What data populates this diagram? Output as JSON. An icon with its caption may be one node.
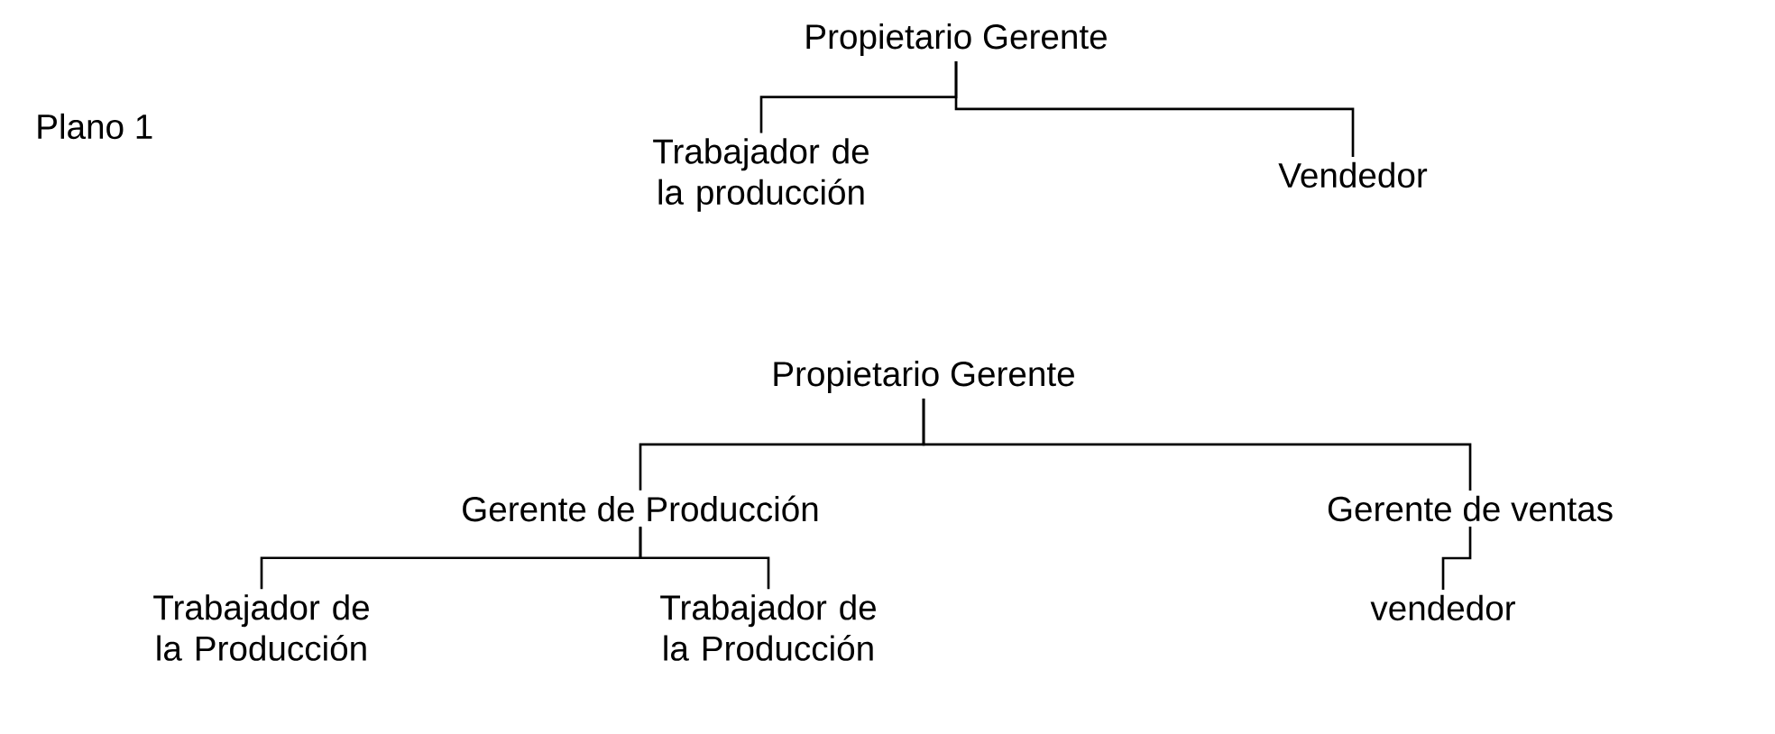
{
  "diagram": {
    "nodes": [
      {
        "text": [
          "Propietario Gerente"
        ]
      },
      {
        "text": [
          "Trabajador de la producción"
        ]
      },
      {
        "text": [
          "Vendedor"
        ]
      },
      {
        "text": [
          "Propietario Gerente"
        ]
      },
      {
        "text": [
          "Gerente de Producción"
        ]
      },
      {
        "text": [
          "Gerente de ventas"
        ]
      },
      {
        "text": [
          "Trabajador de la Producción"
        ]
      },
      {
        "text": [
          "Trabajador de la Producción"
        ]
      },
      {
        "text": [
          "vendedor"
        ]
      }
    ],
    "edges": [
      {
        "from": 0,
        "to": 1,
        "arrow": "none"
      },
      {
        "from": 0,
        "to": 2,
        "arrow": "none"
      },
      {
        "from": 3,
        "to": 4,
        "arrow": "none"
      },
      {
        "from": 3,
        "to": 5,
        "arrow": "none"
      },
      {
        "from": 4,
        "to": 6,
        "arrow": "none"
      },
      {
        "from": 4,
        "to": 7,
        "arrow": "none"
      },
      {
        "from": 5,
        "to": 8,
        "arrow": "none"
      }
    ],
    "labels": [
      "Plano 1"
    ]
  }
}
